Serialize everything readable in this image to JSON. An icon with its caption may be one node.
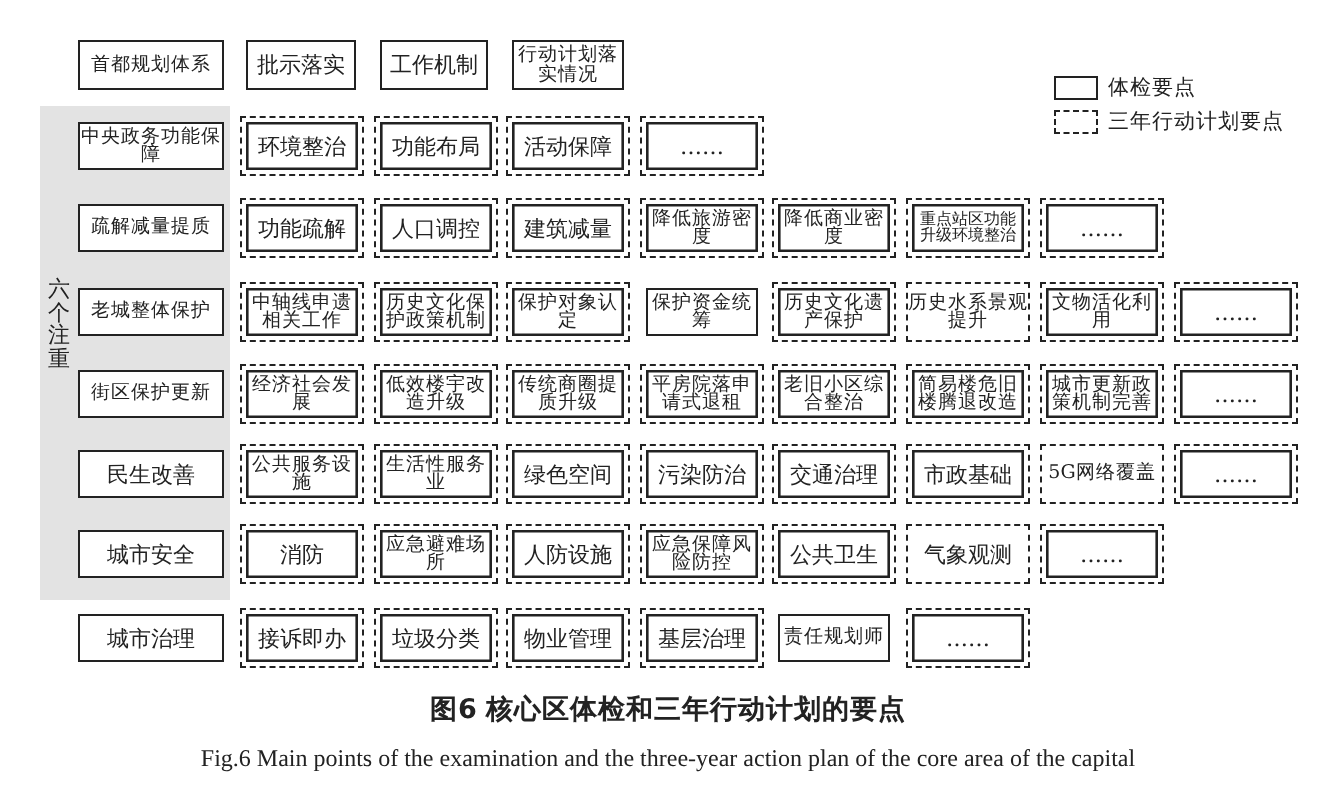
{
  "diagram": {
    "title": "图6 核心区体检和三年行动计划的要点",
    "caption": "Fig.6 Main points of the examination and the three-year action plan of the core area of the capital",
    "nodes": [
      {
        "text": [
          "首都规划体系"
        ]
      },
      {
        "text": [
          "批示落实"
        ]
      },
      {
        "text": [
          "工作机制"
        ]
      },
      {
        "text": [
          "行动计划落实情况"
        ]
      },
      {
        "text": [
          "六个注重"
        ]
      },
      {
        "text": [
          "中央政务功能保障"
        ],
        "in": 4
      },
      {
        "text": [
          "环境整治"
        ]
      },
      {
        "text": [
          "功能布局"
        ]
      },
      {
        "text": [
          "活动保障"
        ]
      },
      {
        "text": [
          "……"
        ]
      },
      {
        "text": [
          "疏解减量提质"
        ],
        "in": 4
      },
      {
        "text": [
          "功能疏解"
        ]
      },
      {
        "text": [
          "人口调控"
        ]
      },
      {
        "text": [
          "建筑减量"
        ]
      },
      {
        "text": [
          "降低旅游密度"
        ]
      },
      {
        "text": [
          "降低商业密度"
        ]
      },
      {
        "text": [
          "重点站区功能升级环境整治"
        ]
      },
      {
        "text": [
          "……"
        ]
      },
      {
        "text": [
          "老城整体保护"
        ],
        "in": 4
      },
      {
        "text": [
          "中轴线申遗相关工作"
        ]
      },
      {
        "text": [
          "历史文化保护政策机制"
        ]
      },
      {
        "text": [
          "保护对象认定"
        ]
      },
      {
        "text": [
          "保护资金统筹"
        ]
      },
      {
        "text": [
          "历史文化遗产保护"
        ]
      },
      {
        "text": [
          "历史水系景观提升"
        ]
      },
      {
        "text": [
          "文物活化利用"
        ]
      },
      {
        "text": [
          "……"
        ]
      },
      {
        "text": [
          "街区保护更新"
        ],
        "in": 4
      },
      {
        "text": [
          "经济社会发展"
        ]
      },
      {
        "text": [
          "低效楼宇改造升级"
        ]
      },
      {
        "text": [
          "传统商圈提质升级"
        ]
      },
      {
        "text": [
          "平房院落申请式退租"
        ]
      },
      {
        "text": [
          "老旧小区综合整治"
        ]
      },
      {
        "text": [
          "简易楼危旧楼腾退改造"
        ]
      },
      {
        "text": [
          "城市更新政策机制完善"
        ]
      },
      {
        "text": [
          "……"
        ]
      },
      {
        "text": [
          "民生改善"
        ],
        "in": 4
      },
      {
        "text": [
          "公共服务设施"
        ]
      },
      {
        "text": [
          "生活性服务业"
        ]
      },
      {
        "text": [
          "绿色空间"
        ]
      },
      {
        "text": [
          "污染防治"
        ]
      },
      {
        "text": [
          "交通治理"
        ]
      },
      {
        "text": [
          "市政基础"
        ]
      },
      {
        "text": [
          "5G网络覆盖"
        ]
      },
      {
        "text": [
          "……"
        ]
      },
      {
        "text": [
          "城市安全"
        ],
        "in": 4
      },
      {
        "text": [
          "消防"
        ]
      },
      {
        "text": [
          "应急避难场所"
        ]
      },
      {
        "text": [
          "人防设施"
        ]
      },
      {
        "text": [
          "应急保障风险防控"
        ]
      },
      {
        "text": [
          "公共卫生"
        ]
      },
      {
        "text": [
          "气象观测"
        ]
      },
      {
        "text": [
          "……"
        ]
      },
      {
        "text": [
          "城市治理"
        ]
      },
      {
        "text": [
          "接诉即办"
        ]
      },
      {
        "text": [
          "垃圾分类"
        ]
      },
      {
        "text": [
          "物业管理"
        ]
      },
      {
        "text": [
          "基层治理"
        ]
      },
      {
        "text": [
          "责任规划师"
        ]
      },
      {
        "text": [
          "……"
        ]
      }
    ],
    "legend": [
      {
        "text": "体检要点"
      },
      {
        "text": "三年行动计划要点"
      }
    ]
  }
}
